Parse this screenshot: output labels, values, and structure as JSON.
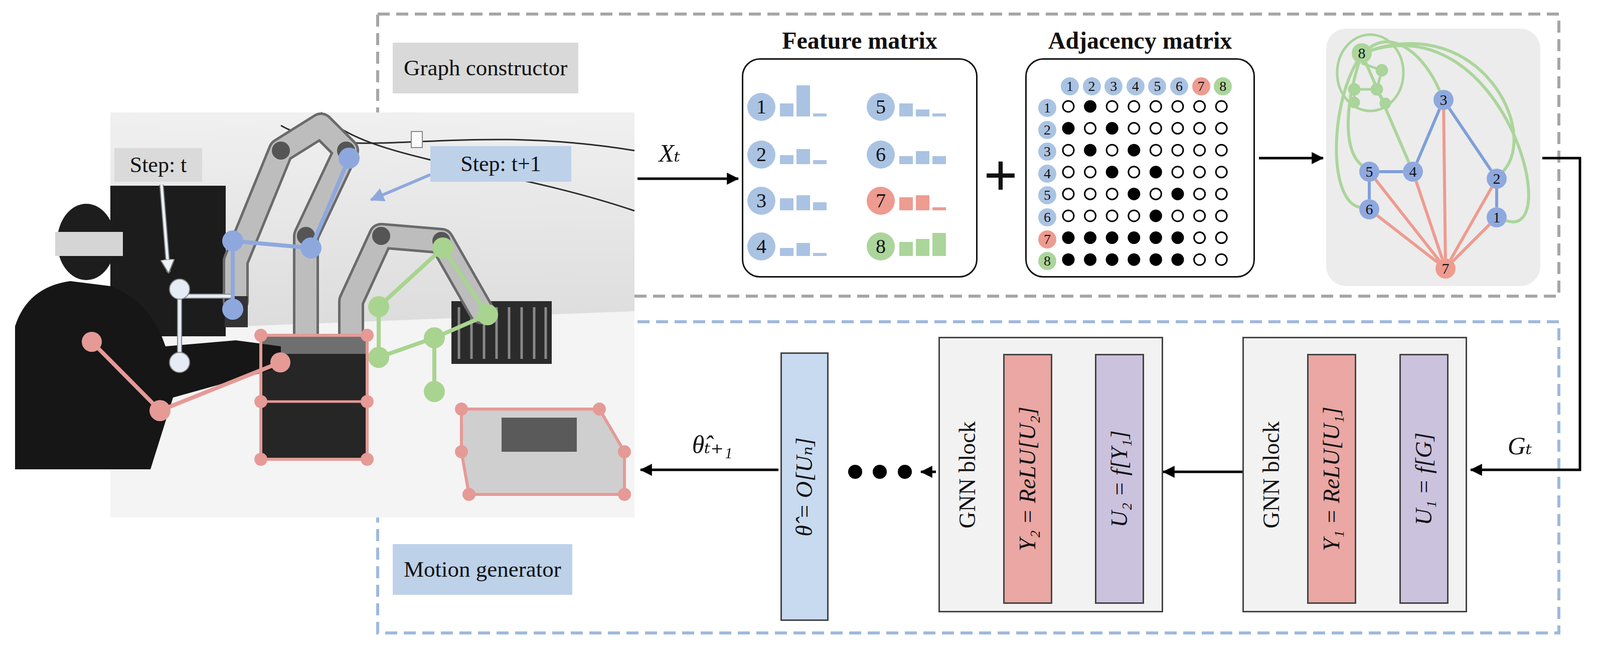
{
  "diagram": {
    "nodes": [
      {
        "text": [
          "Step: t"
        ]
      },
      {
        "text": [
          "Step: t+1"
        ]
      },
      {
        "text": [
          "Graph constructor"
        ]
      },
      {
        "text": [
          "Feature matrix"
        ],
        "in": 2
      },
      {
        "text": [
          "1"
        ],
        "in": 3
      },
      {
        "text": [
          "2"
        ],
        "in": 3
      },
      {
        "text": [
          "3"
        ],
        "in": 3
      },
      {
        "text": [
          "4"
        ],
        "in": 3
      },
      {
        "text": [
          "5"
        ],
        "in": 3
      },
      {
        "text": [
          "6"
        ],
        "in": 3
      },
      {
        "text": [
          "7"
        ],
        "in": 3
      },
      {
        "text": [
          "8"
        ],
        "in": 3
      },
      {
        "text": [
          "Adjacency matrix"
        ],
        "in": 2
      },
      {
        "text": [
          "1"
        ],
        "in": 12
      },
      {
        "text": [
          "2"
        ],
        "in": 12
      },
      {
        "text": [
          "3"
        ],
        "in": 12
      },
      {
        "text": [
          "4"
        ],
        "in": 12
      },
      {
        "text": [
          "5"
        ],
        "in": 12
      },
      {
        "text": [
          "6"
        ],
        "in": 12
      },
      {
        "text": [
          "7"
        ],
        "in": 12
      },
      {
        "text": [
          "8"
        ],
        "in": 12
      },
      {
        "text": [
          "1"
        ],
        "in": 12
      },
      {
        "text": [
          "2"
        ],
        "in": 12
      },
      {
        "text": [
          "3"
        ],
        "in": 12
      },
      {
        "text": [
          "4"
        ],
        "in": 12
      },
      {
        "text": [
          "5"
        ],
        "in": 12
      },
      {
        "text": [
          "6"
        ],
        "in": 12
      },
      {
        "text": [
          "7"
        ],
        "in": 12
      },
      {
        "text": [
          "8"
        ],
        "in": 12
      },
      {
        "text": [
          "1"
        ],
        "in": 2
      },
      {
        "text": [
          "2"
        ],
        "in": 2
      },
      {
        "text": [
          "3"
        ],
        "in": 2
      },
      {
        "text": [
          "4"
        ],
        "in": 2
      },
      {
        "text": [
          "5"
        ],
        "in": 2
      },
      {
        "text": [
          "6"
        ],
        "in": 2
      },
      {
        "text": [
          "7"
        ],
        "in": 2
      },
      {
        "text": [
          "8"
        ],
        "in": 2
      },
      {
        "text": [
          "Motion generator"
        ]
      },
      {
        "text": [
          "θ̂ = O[Uₙ]"
        ],
        "in": 37
      },
      {
        "text": [
          "GNN block"
        ],
        "in": 37
      },
      {
        "text": [
          "Y₂ = ReLU[U₂]"
        ],
        "in": 39
      },
      {
        "text": [
          "U₂ = f[Y₁]"
        ],
        "in": 39
      },
      {
        "text": [
          "GNN block"
        ],
        "in": 37
      },
      {
        "text": [
          "Y₁ = ReLU[U₁]"
        ],
        "in": 42
      },
      {
        "text": [
          "U₁ = f[G]"
        ],
        "in": 42
      }
    ],
    "edges": [
      {
        "from": 42,
        "to": 39,
        "arrow": "to"
      },
      {
        "from": 44,
        "to": 43,
        "arrow": "to"
      },
      {
        "from": 41,
        "to": 40,
        "arrow": "to"
      },
      {
        "from": 29,
        "to": 30,
        "arrow": "none"
      },
      {
        "from": 30,
        "to": 31,
        "arrow": "none"
      },
      {
        "from": 31,
        "to": 32,
        "arrow": "none"
      },
      {
        "from": 32,
        "to": 33,
        "arrow": "none"
      },
      {
        "from": 33,
        "to": 34,
        "arrow": "none"
      },
      {
        "from": 35,
        "to": 29,
        "arrow": "none"
      },
      {
        "from": 35,
        "to": 30,
        "arrow": "none"
      },
      {
        "from": 35,
        "to": 31,
        "arrow": "none"
      },
      {
        "from": 35,
        "to": 32,
        "arrow": "none"
      },
      {
        "from": 35,
        "to": 33,
        "arrow": "none"
      },
      {
        "from": 35,
        "to": 34,
        "arrow": "none"
      },
      {
        "from": 36,
        "to": 29,
        "arrow": "none"
      },
      {
        "from": 36,
        "to": 30,
        "arrow": "none"
      },
      {
        "from": 36,
        "to": 31,
        "arrow": "none"
      },
      {
        "from": 36,
        "to": 32,
        "arrow": "none"
      },
      {
        "from": 36,
        "to": 33,
        "arrow": "none"
      },
      {
        "from": 36,
        "to": 34,
        "arrow": "none"
      }
    ],
    "labels": [
      "Xₜ",
      "+",
      "Gₜ",
      "θ̂ₜ₊₁"
    ]
  }
}
